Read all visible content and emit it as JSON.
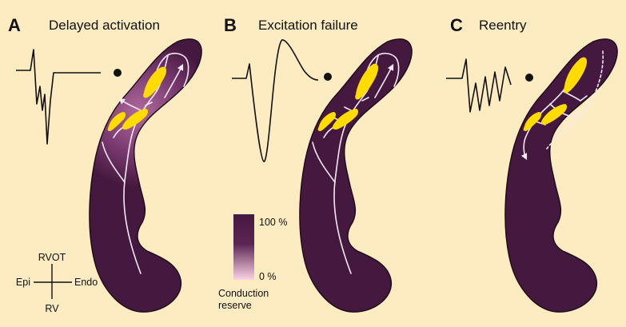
{
  "panels": [
    {
      "letter": "A",
      "title": "Delayed activation"
    },
    {
      "letter": "B",
      "title": "Excitation failure"
    },
    {
      "letter": "C",
      "title": "Reentry"
    }
  ],
  "legend": {
    "max_label": "100 %",
    "min_label": "0 %",
    "caption_line1": "Conduction",
    "caption_line2": "reserve",
    "color_top": "#45183f",
    "color_bottom": "#fbd3e4"
  },
  "orientation": {
    "top": "RVOT",
    "bottom": "RV",
    "left": "Epi",
    "right": "Endo"
  },
  "colors": {
    "background": "#fdebc2",
    "myocardium": "#45183f",
    "scar": "#ffdc00",
    "fiber": "#f4eaf2"
  }
}
